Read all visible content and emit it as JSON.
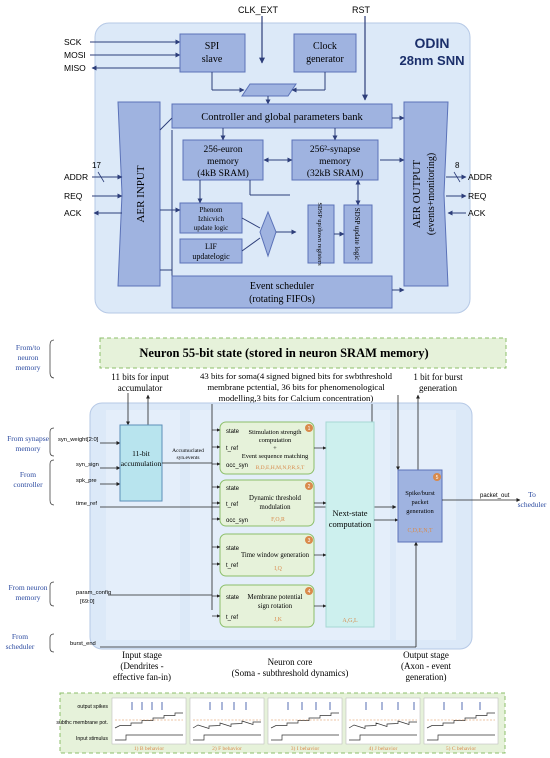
{
  "top": {
    "clk_ext": "CLK_EXT",
    "rst": "RST",
    "sck": "SCK",
    "mosi": "MOSI",
    "miso": "MISO",
    "spi_l1": "SPI",
    "spi_l2": "slave",
    "clk_l1": "Clock",
    "clk_l2": "generator",
    "title_l1": "ODIN",
    "title_l2": "28nm SNN",
    "controller": "Controller and global parameters bank",
    "neuron_mem_l1": "256-euron",
    "neuron_mem_l2": "memory",
    "neuron_mem_l3": "(4kB SRAM)",
    "syn_mem_l1": "256²-synapse",
    "syn_mem_l2": "memory",
    "syn_mem_l3": "(32kB SRAM)",
    "aer_in": "AER INPUT",
    "aer_out_l1": "AER OUTPUT",
    "aer_out_l2": "(events+monitoring)",
    "in_width": "17",
    "out_width": "8",
    "addr_in": "ADDR",
    "req_in": "REQ",
    "ack_in": "ACK",
    "addr_out": "ADDR",
    "req_out": "REQ",
    "ack_out": "ACK",
    "phenom_l1": "Phenom",
    "phenom_l2": "Izhicvich",
    "phenom_l3": "update logic",
    "lif_l1": "LIF",
    "lif_l2": "updatelogic",
    "sdsp_regs": "SDSP up/down registers",
    "sdsp_logic": "SDSP update logic",
    "sched_l1": "Event scheduler",
    "sched_l2": "(rotating FIFOs)"
  },
  "bottom": {
    "state_title": "Neuron 55-bit state (stored in neuron SRAM memory)",
    "from_to_mem_l1": "From/to",
    "from_to_mem_l2": "neuron",
    "from_to_mem_l3": "memory",
    "acc_bits_l1": "11 bits for input",
    "acc_bits_l2": "accumulator",
    "soma_bits_l1": "43 bits for soma(4 signed bigned bits for swbthreshold",
    "soma_bits_l2": "membrane pctential, 36 bits for phenomenological",
    "soma_bits_l3": "modelling,3 bits for Calcium concentration)",
    "burst_bits_l1": "1 bit for burst",
    "burst_bits_l2": "generation",
    "from_syn_l1": "From synapse",
    "from_syn_l2": "memory",
    "from_ctrl_l1": "From",
    "from_ctrl_l2": "controller",
    "from_nmem_l1": "From neuron",
    "from_nmem_l2": "memory",
    "from_sched_l1": "From",
    "from_sched_l2": "scheduler",
    "syn_weight": "syn_weight[2:0]",
    "syn_sign": "syn_sign",
    "spk_pre": "spk_pre",
    "time_ref": "time_ref",
    "param_config_l1": "param_config",
    "param_config_l2": "[69:0]",
    "burst_end": "burst_end",
    "acc_l1": "11-bit",
    "acc_l2": "accumulation",
    "acc_events_l1": "Accumuclated",
    "acc_events_l2": "syn.events",
    "state": "state",
    "t_ref": "t_ref",
    "occ_syn": "occ_syn",
    "m1_l1": "Stimulation strength",
    "m1_l2": "computation",
    "m1_l3": "+",
    "m1_l4": "Event sequence matching",
    "m1_tags": "B,D,E,H,M,N,P,R,S,T",
    "m1_num": "1",
    "m2_l1": "Dynamic threshold",
    "m2_l2": "modulation",
    "m2_tags": "F,O,R",
    "m2_num": "2",
    "m3_l1": "Time window generation",
    "m3_tags": "I,Q",
    "m3_num": "3",
    "m4_l1": "Membrane potential",
    "m4_l2": "sign rotation",
    "m4_tags": "J,K",
    "m4_num": "4",
    "next_l1": "Next-state",
    "next_l2": "computation",
    "next_tags": "A,G,L",
    "spike_l1": "Spike/burst",
    "spike_l2": "packet",
    "spike_l3": "generation",
    "spike_tags": "C,D,E,N,T",
    "spike_num": "5",
    "packet_out": "packet_out",
    "to_sched_l1": "To",
    "to_sched_l2": "scheduler",
    "input_stage_l1": "Input stage",
    "input_stage_l2": "(Dendrites -",
    "input_stage_l3": "effective fan-in)",
    "core_l1": "Neuron core",
    "core_l2": "(Soma - subthreshold dynamics)",
    "output_stage_l1": "Output stage",
    "output_stage_l2": "(Axon - event",
    "output_stage_l3": "generation)"
  },
  "waves": {
    "output_spikes": "output spikes",
    "membrane": "subthc membrane pot.",
    "input": "Input stimulus",
    "b1": "1) B behavior",
    "b2": "2) F behavior",
    "b3": "3) I behavior",
    "b4": "4) J behavior",
    "b5": "5) C behavior"
  },
  "colors": {
    "chip_bg": "#dce9f8",
    "block": "#9fb3e0",
    "block_border": "#5b72b8",
    "green_bg": "#e6f2da",
    "cyan": "#cdf0ee",
    "orange": "#d98a4b"
  }
}
